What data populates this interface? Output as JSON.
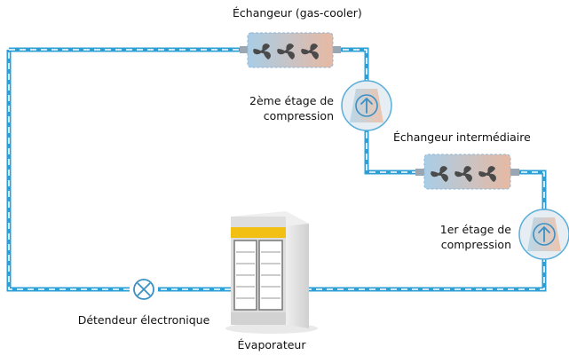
{
  "labels": {
    "gas_cooler": "Échangeur (gas-cooler)",
    "stage2_line1": "2ème étage de",
    "stage2_line2": "compression",
    "intermediate_exchanger": "Échangeur intermédiaire",
    "stage1_line1": "1er étage de",
    "stage1_line2": "compression",
    "expansion_valve": "Détendeur électronique",
    "evaporator": "Évaporateur"
  },
  "colors": {
    "pipe": "#2b9fd6",
    "pipe_dash": "#ffffff",
    "exchanger_cold": "#a9cde6",
    "exchanger_hot": "#e7b9a3",
    "fan": "#4a4a4a",
    "compressor_cold": "#b6d7ea",
    "compressor_hot": "#efc2aa",
    "arrow": "#3a8fc4",
    "cabinet_frame": "#dcdcdc",
    "cabinet_header": "#f2c012"
  },
  "icons": {
    "gas_cooler": "heat-exchanger-icon",
    "intermediate_exchanger": "heat-exchanger-icon",
    "compressor": "compressor-arrow-icon",
    "valve": "expansion-valve-icon",
    "evaporator": "display-refrigerator-icon"
  }
}
